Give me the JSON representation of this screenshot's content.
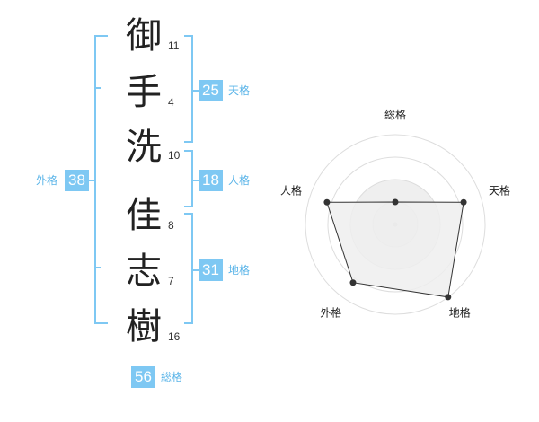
{
  "name_chars": [
    {
      "char": "御",
      "strokes": "11"
    },
    {
      "char": "手",
      "strokes": "4"
    },
    {
      "char": "洗",
      "strokes": "10"
    },
    {
      "char": "佳",
      "strokes": "8"
    },
    {
      "char": "志",
      "strokes": "7"
    },
    {
      "char": "樹",
      "strokes": "16"
    }
  ],
  "fortunes": {
    "tenkaku": {
      "value": "25",
      "label": "天格"
    },
    "jinkaku": {
      "value": "18",
      "label": "人格"
    },
    "chikaku": {
      "value": "31",
      "label": "地格"
    },
    "gaikaku": {
      "value": "38",
      "label": "外格"
    },
    "soukaku": {
      "value": "56",
      "label": "総格"
    }
  },
  "colors": {
    "accent": "#7ec8f3",
    "bracket": "#7ec8f3",
    "label": "#5ab4e8",
    "radar_fill": "#eeeeee",
    "radar_stroke": "#333333",
    "ring": "#dddddd"
  },
  "chart_data": {
    "type": "radar",
    "axes": [
      "総格",
      "天格",
      "地格",
      "外格",
      "人格"
    ],
    "values": [
      0.25,
      0.8,
      1.0,
      0.8,
      0.8
    ],
    "max": 1.0,
    "rings": 4
  }
}
